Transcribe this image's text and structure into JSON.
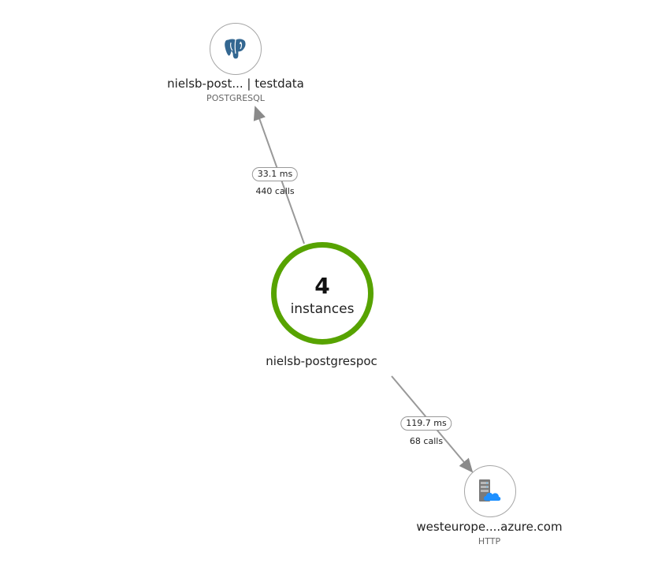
{
  "nodes": {
    "postgres": {
      "title": "nielsb-post... | testdata",
      "subtitle": "POSTGRESQL",
      "icon": "postgresql-elephant-icon"
    },
    "app": {
      "count": "4",
      "count_label": "instances",
      "name": "nielsb-postgrespoc",
      "ring_color": "#57a300"
    },
    "http": {
      "title": "westeurope....azure.com",
      "subtitle": "HTTP",
      "icon": "server-cloud-icon"
    }
  },
  "edges": [
    {
      "from": "app",
      "to": "postgres",
      "duration": "33.1 ms",
      "calls": "440 calls"
    },
    {
      "from": "app",
      "to": "http",
      "duration": "119.7 ms",
      "calls": "68 calls"
    }
  ]
}
